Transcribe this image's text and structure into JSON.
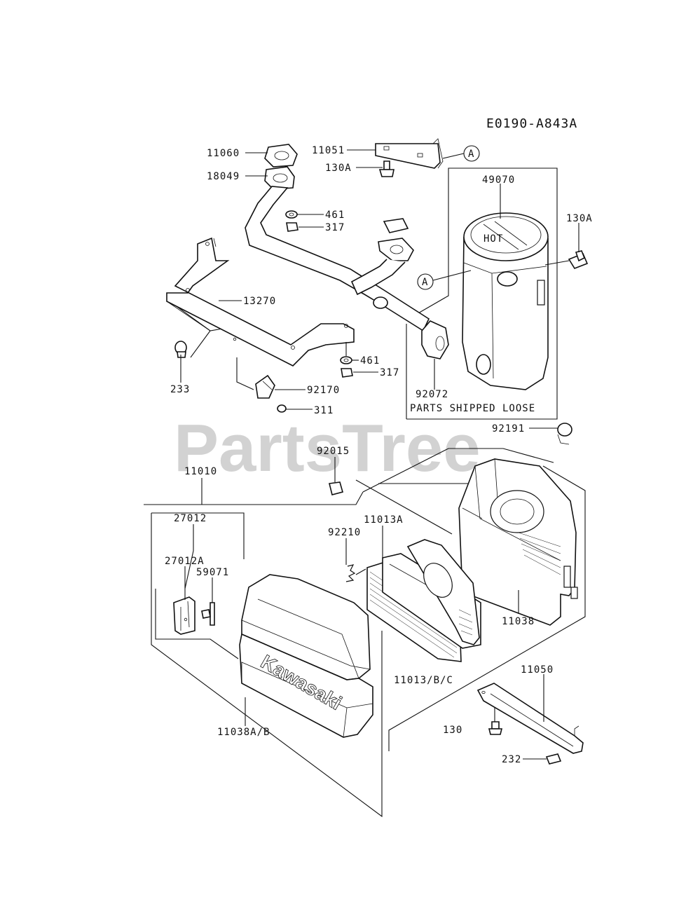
{
  "diagram": {
    "code": "E0190-A843A",
    "watermark": "PartsTree",
    "embossed_brand": "Kawasaki",
    "hot_text": "HOT",
    "parts_shipped_loose": "PARTS SHIPPED LOOSE",
    "ref_a": "A"
  },
  "parts": {
    "p11060": "11060",
    "p11051": "11051",
    "p18049": "18049",
    "p130A_1": "130A",
    "p49070": "49070",
    "p130A_2": "130A",
    "p461_1": "461",
    "p317_1": "317",
    "p13270": "13270",
    "p461_2": "461",
    "p317_2": "317",
    "p233": "233",
    "p92170": "92170",
    "p311": "311",
    "p92072": "92072",
    "p92191": "92191",
    "p92015": "92015",
    "p11010": "11010",
    "p27012": "27012",
    "p11013A": "11013A",
    "p27012A": "27012A",
    "p92210": "92210",
    "p59071": "59071",
    "p11038": "11038",
    "p11013BC": "11013/B/C",
    "p11050": "11050",
    "p130": "130",
    "p11038AB": "11038A/B",
    "p232": "232"
  }
}
